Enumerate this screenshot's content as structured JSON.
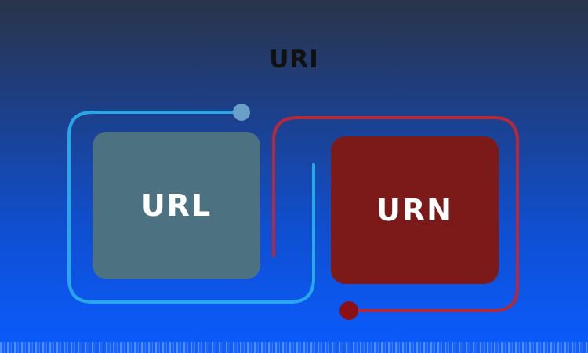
{
  "diagram": {
    "title": "URI",
    "nodes": [
      {
        "id": "url",
        "label": "URL",
        "color": "#4c7282"
      },
      {
        "id": "urn",
        "label": "URN",
        "color": "#7c1a1a"
      }
    ],
    "colors": {
      "url_outline": "#29a8e8",
      "url_outline_dot": "#6a9fc8",
      "urn_outline": "#b5293a",
      "urn_outline_dot": "#8a1016"
    }
  }
}
